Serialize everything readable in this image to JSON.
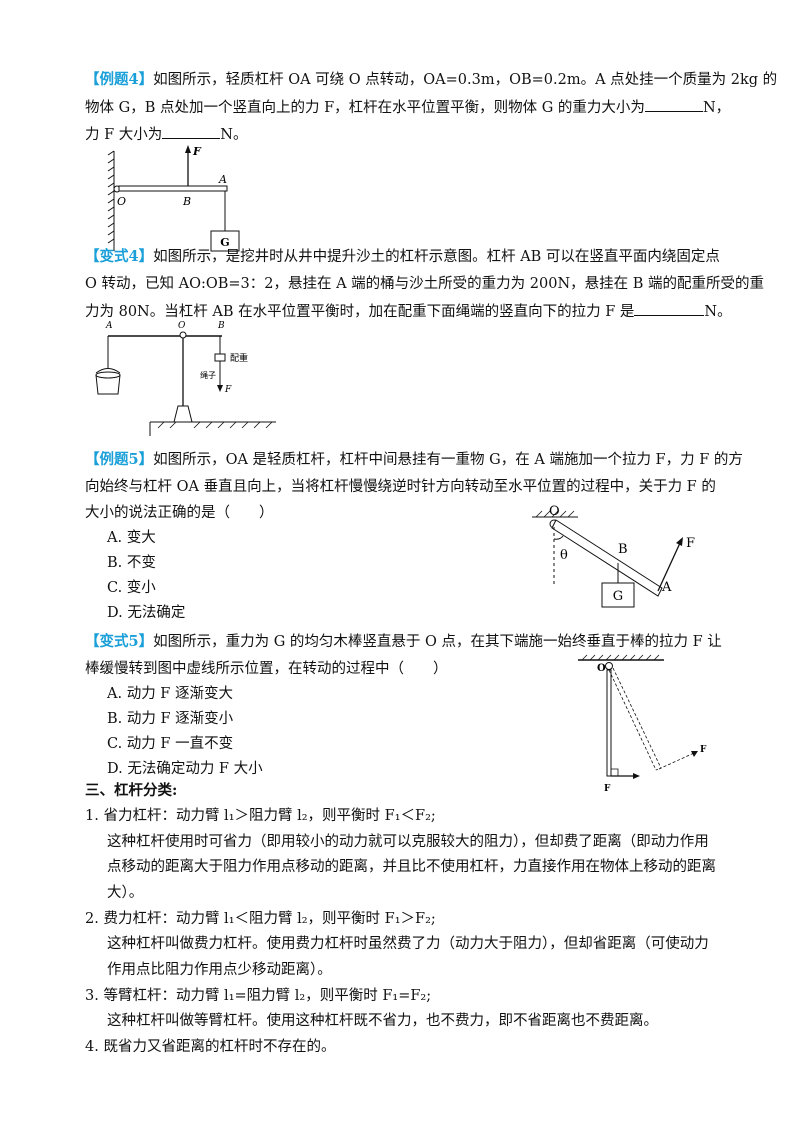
{
  "ex4": {
    "tag": "【例题4】",
    "l1": "如图所示，轻质杠杆 OA 可绕 O 点转动，OA=0.3m，OB=0.2m。A 点处挂一个质量为 2kg 的",
    "l2a": "物体 G，B 点处加一个竖直向上的力 F，杠杆在水平位置平衡，则物体 G 的重力大小为",
    "l2b": "N，",
    "l3a": "力 F 大小为",
    "l3b": "N。",
    "fig": {
      "F": "F",
      "A": "A",
      "O": "O",
      "B": "B",
      "G": "G"
    }
  },
  "var4": {
    "tag": "【变式4】",
    "l1": "如图所示，是挖井时从井中提升沙土的杠杆示意图。杠杆 AB 可以在竖直平面内绕固定点",
    "l2": "O 转动，已知 AO:OB=3：2，悬挂在 A 端的桶与沙土所受的重力为 200N，悬挂在 B 端的配重所受的重",
    "l3a": "力为 80N。当杠杆 AB 在水平位置平衡时，加在配重下面绳端的竖直向下的拉力 F 是",
    "l3b": "N。",
    "fig": {
      "A": "A",
      "O": "O",
      "B": "B",
      "weight": "配重",
      "rope": "绳子",
      "F": "F"
    }
  },
  "ex5": {
    "tag": "【例题5】",
    "l1": "如图所示，OA 是轻质杠杆，杠杆中间悬挂有一重物 G，在 A 端施加一个拉力 F，力 F 的方",
    "l2": "向始终与杠杆 OA 垂直且向上，当将杠杆慢慢绕逆时针方向转动至水平位置的过程中，关于力 F 的",
    "l3": "大小的说法正确的是（　　）",
    "options": [
      "A. 变大",
      "B. 不变",
      "C. 变小",
      "D. 无法确定"
    ],
    "fig": {
      "O": "O",
      "theta": "θ",
      "B": "B",
      "F": "F",
      "G": "G",
      "A": "A"
    }
  },
  "var5": {
    "tag": "【变式5】",
    "l1": "如图所示，重力为 G 的均匀木棒竖直悬于 O 点，在其下端施一始终垂直于棒的拉力 F 让",
    "l2": "棒缓慢转到图中虚线所示位置，在转动的过程中（　　）",
    "options": [
      "A. 动力 F 逐渐变大",
      "B. 动力 F 逐渐变小",
      "C. 动力 F 一直不变",
      "D. 无法确定动力 F 大小"
    ],
    "fig": {
      "O": "O",
      "F1": "F",
      "F2": "F"
    }
  },
  "section": {
    "heading": "三、杠杆分类:",
    "p1a": "1. 省力杠杆：动力臂 l₁＞阻力臂 l₂，则平衡时 F₁＜F₂;",
    "p1b": "这种杠杆使用时可省力（即用较小的动力就可以克服较大的阻力），但却费了距离（即动力作用",
    "p1c": "点移动的距离大于阻力作用点移动的距离，并且比不使用杠杆，力直接作用在物体上移动的距离",
    "p1d": "大）。",
    "p2a": "2. 费力杠杆：动力臂 l₁＜阻力臂 l₂，则平衡时 F₁＞F₂;",
    "p2b": "这种杠杆叫做费力杠杆。使用费力杠杆时虽然费了力（动力大于阻力），但却省距离（可使动力",
    "p2c": "作用点比阻力作用点少移动距离）。",
    "p3a": "3. 等臂杠杆：动力臂 l₁=阻力臂 l₂，则平衡时 F₁=F₂;",
    "p3b": "这种杠杆叫做等臂杠杆。使用这种杠杆既不省力，也不费力，即不省距离也不费距离。",
    "p4": "4. 既省力又省距离的杠杆时不存在的。"
  }
}
